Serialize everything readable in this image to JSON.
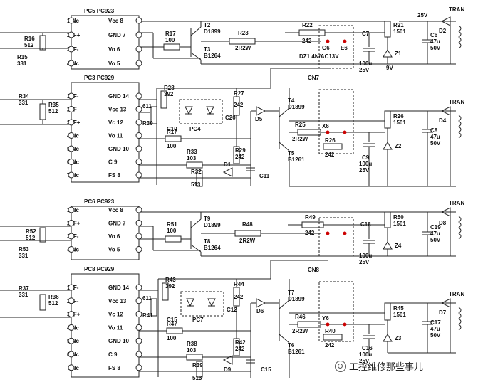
{
  "watermark": "工控维修那些事儿",
  "chips": [
    {
      "name": "PC5  PC923",
      "pins_left": [
        "1 Nc",
        "2 IF+",
        "3 IF-",
        "4 Nc"
      ],
      "pins_right": [
        "Vcc 8",
        "GND 7",
        "Vo 6",
        "Vo 5"
      ]
    },
    {
      "name": "PC3  PC929",
      "pins_left": [
        "1 IF-",
        "2 IF-",
        "3 IF+",
        "4 Nc",
        "5 Nc",
        "6 Nc",
        "7 Nc"
      ],
      "pins_right": [
        "GND 14",
        "Vcc 13",
        "Vc 12",
        "Vo 11",
        "GND 10",
        "C 9",
        "FS 8"
      ]
    },
    {
      "name": "PC6  PC923",
      "pins_left": [
        "1 Nc",
        "2 IF+",
        "3 IF-",
        "4 Nc"
      ],
      "pins_right": [
        "Vcc 8",
        "GND 7",
        "Vo 6",
        "Vo 5"
      ]
    },
    {
      "name": "PC8  PC929",
      "pins_left": [
        "1 IF-",
        "2 IF-",
        "3 IF+",
        "4 Nc",
        "5 Nc",
        "6 Nc",
        "7 Nc"
      ],
      "pins_right": [
        "GND 14",
        "Vcc 13",
        "Vc 12",
        "Vo 11",
        "GND 10",
        "C 9",
        "FS 8"
      ]
    }
  ],
  "labels": {
    "r16": "R16",
    "r16v": "512",
    "r15": "R15",
    "r15v": "331",
    "r17": "R17",
    "r17v": "100",
    "t2": "T2",
    "t2v": "D1899",
    "t3": "T3",
    "t3v": "B1264",
    "r23": "R23",
    "r23v": "2R2W",
    "r22": "R22",
    "r22v": "242",
    "g6": "G6",
    "e6": "E6",
    "dz": "DZ1  4N/AC13V",
    "c7": "C7",
    "c7v": "100u",
    "c7w": "25V",
    "r21": "R21",
    "r21v": "1501",
    "z1": "Z1",
    "nine": "9V",
    "v25": "25V",
    "c6": "C6",
    "c6v": "47u",
    "c6w": "50V",
    "tran1": "TRAN",
    "d2": "D2",
    "r34": "R34",
    "r34v": "331",
    "r35": "R35",
    "r35v": "512",
    "r28": "R28",
    "r28v": "392",
    "r30": "R30",
    "r30v": "611",
    "c10": "C10",
    "pc4": "PC4",
    "c20": "C20",
    "r27": "R27",
    "r27v": "242",
    "cn7": "CN7",
    "t4": "T4",
    "t4v": "D1899",
    "d5": "D5",
    "r25": "R25",
    "r25v": "2R2W",
    "x6": "X6",
    "r26b": "R26",
    "r26bv": "242",
    "r17b": "R17",
    "r17bv": "100",
    "r33": "R33",
    "r33v": "103",
    "r29": "R29",
    "r29v": "242",
    "t5": "T5",
    "t5v": "B1261",
    "c9": "C9",
    "c9v": "100u",
    "c9w": "25V",
    "r26": "R26",
    "r26v": "1501",
    "z2": "Z2",
    "c8": "C8",
    "c8v": "47u",
    "c8w": "50V",
    "tran2": "TRAN",
    "d4": "D4",
    "r32": "R32",
    "r32v": "513",
    "d1": "D1",
    "c11": "C11",
    "r52": "R52",
    "r52v": "512",
    "r53": "R53",
    "r53v": "331",
    "r51": "R51",
    "r51v": "100",
    "t9": "T9",
    "t9v": "D1899",
    "t8": "T8",
    "t8v": "B1264",
    "r48": "R48",
    "r48v": "2R2W",
    "r49": "R49",
    "r49v": "242",
    "c18": "C18",
    "r50": "R50",
    "r50v": "1501",
    "z4": "Z4",
    "c19": "C19",
    "c19v": "47u",
    "c19w": "50V",
    "tran3": "TRAN",
    "d8": "D8",
    "cn8": "CN8",
    "c18v": "100u",
    "c18w": "25V",
    "r37": "R37",
    "r37v": "331",
    "r36": "R36",
    "r36v": "512",
    "r43": "R43",
    "r43v": "392",
    "r41": "R41",
    "r41v": "611",
    "c15": "C15",
    "pc7": "PC7",
    "c12": "C12",
    "r44": "R44",
    "r44v": "242",
    "t7": "T7",
    "t7v": "D1899",
    "d6": "D6",
    "r46": "R46",
    "r46v": "2R2W",
    "y6": "Y6",
    "r40": "R40",
    "r40v": "242",
    "r45": "R45",
    "r45v": "1501",
    "z3": "Z3",
    "c17": "C17",
    "c17v": "47u",
    "c17w": "50V",
    "tran4": "TRAN",
    "d7": "D7",
    "r47": "R47",
    "r47v": "100",
    "r38": "R38",
    "r38v": "103",
    "r42": "R42",
    "r42v": "242",
    "t6": "T6",
    "t6v": "B1261",
    "c16": "C16",
    "c16v": "100u",
    "c16w": "25V",
    "r39": "R39",
    "r39v": "513",
    "d9": "D9",
    "c15b": "C15"
  }
}
